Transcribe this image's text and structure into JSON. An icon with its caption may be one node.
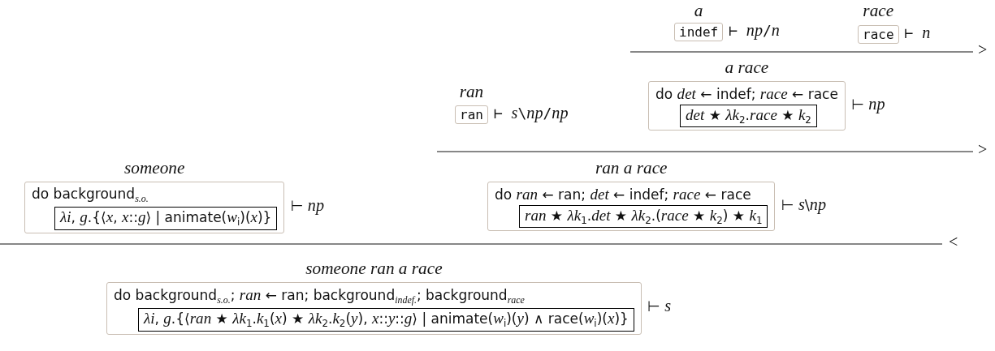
{
  "diagram": {
    "nodes": [
      {
        "text": [
          "*a*",
          "indef"
        ],
        "beside": [
          "⊢ *np*/*n*"
        ]
      },
      {
        "text": [
          "*race*",
          "race"
        ],
        "beside": [
          "⊢ *n*"
        ]
      },
      {
        "text": [
          "*ran*",
          "ran"
        ],
        "beside": [
          "⊢ *s*\\*np*/*np*"
        ]
      },
      {
        "text": [
          "*a race*",
          "do *det* ← indef; *race* ← race"
        ],
        "beside": [
          "⊢ *np*"
        ]
      },
      {
        "text": [
          "*det* ★ *λk*$_{2}$.*race* ★ *k*$_{2}$"
        ],
        "in": 3
      },
      {
        "text": [
          "*someone*",
          "do background$_{s.o.}$"
        ],
        "beside": [
          "⊢ *np*"
        ]
      },
      {
        "text": [
          "*λi*, *g*.{⟨*x*, *x*::*g*⟩ | animate(*w*$_{i}$)(*x*)}"
        ],
        "in": 5
      },
      {
        "text": [
          "*ran a race*",
          "do *ran* ← ran; *det* ← indef; *race* ← race"
        ],
        "beside": [
          "⊢ *s*\\*np*"
        ]
      },
      {
        "text": [
          "*ran* ★ *λk*$_{1}$.*det* ★ *λk*$_{2}$.(*race* ★ *k*$_{2}$) ★ *k*$_{1}$"
        ],
        "in": 7
      },
      {
        "text": [
          "*someone ran a race*",
          "do background$_{s.o.}$; *ran* ← ran; background$_{indef.}$; background$_{race}$"
        ],
        "beside": [
          "⊢ *s*"
        ]
      },
      {
        "text": [
          "*λi*, *g*.{⟨*ran* ★ *λk*$_{1}$.*k*$_{1}$(*x*) ★ *λk*$_{2}$.*k*$_{2}$(*y*), *x*::*y*::*g*⟩ | animate(*w*$_{i}$)(*y*) ∧ race(*w*$_{i}$)(*x*)}"
        ],
        "in": 9
      }
    ],
    "labels": [
      ">",
      ">",
      "<"
    ]
  }
}
